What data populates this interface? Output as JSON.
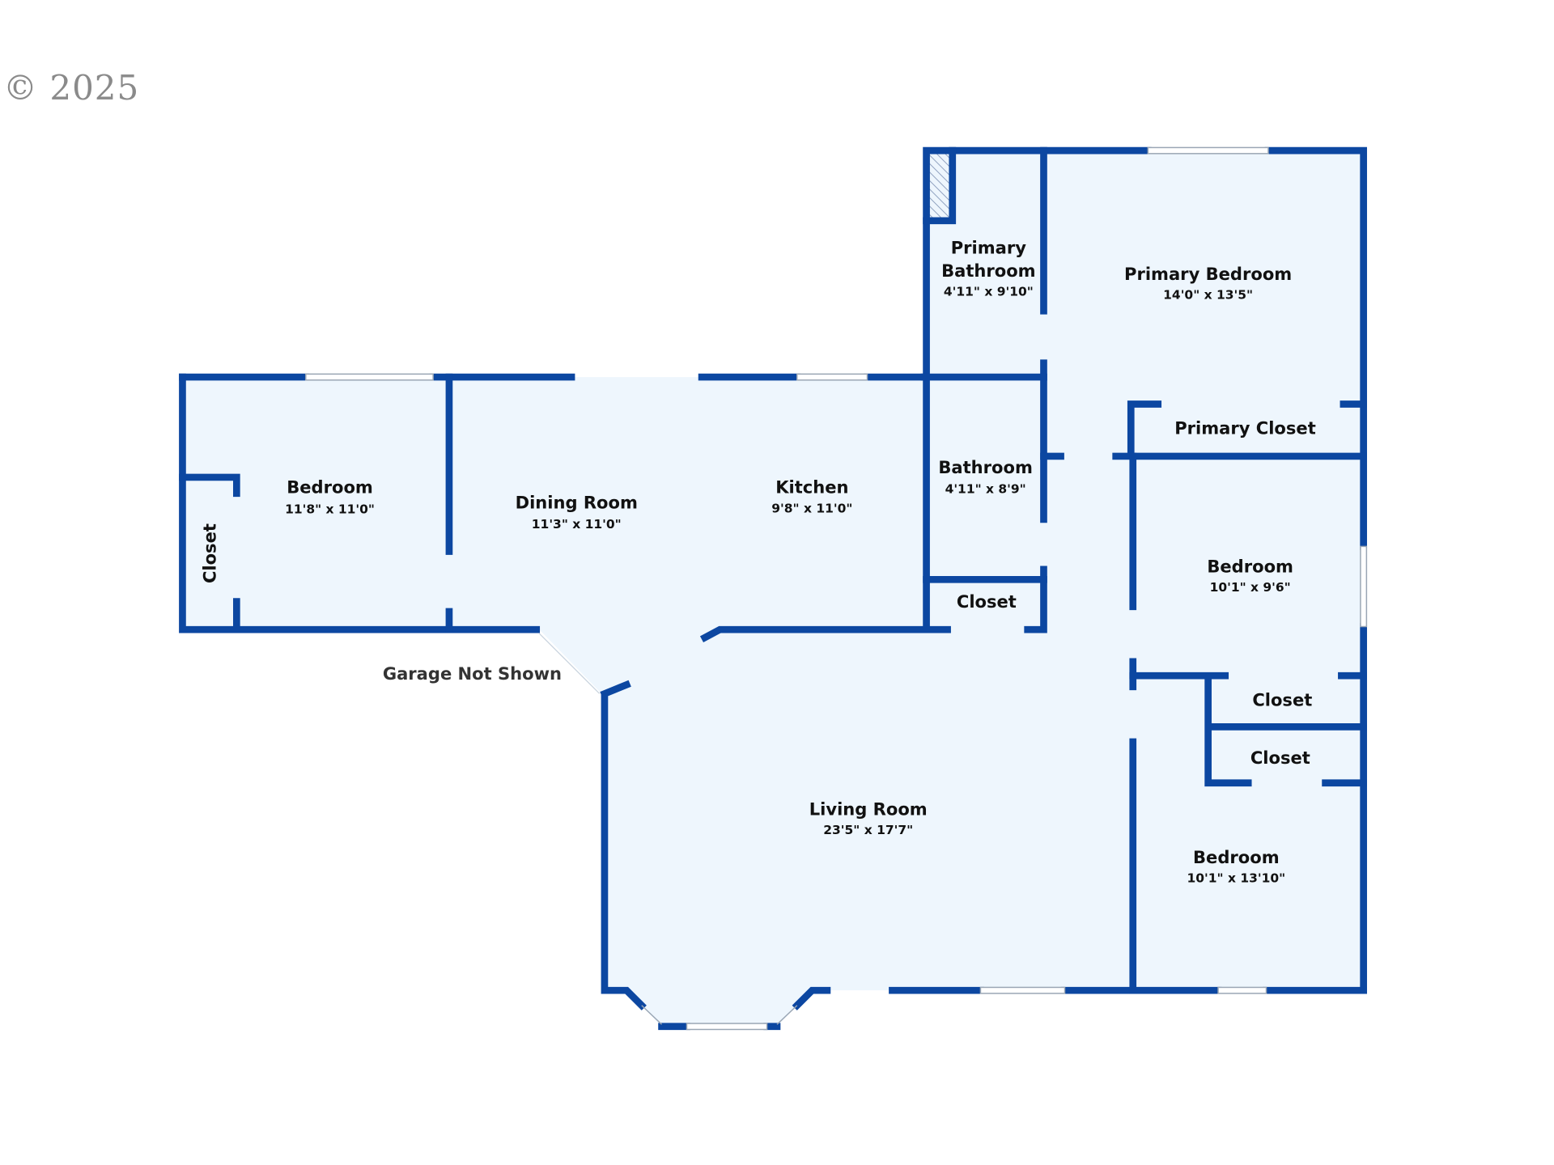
{
  "copyright": "© 2025",
  "colors": {
    "wall": "#0c47a1",
    "floor": "#eef6fd"
  },
  "note": "Garage Not Shown",
  "rooms": {
    "bedroom_left": {
      "name": "Bedroom",
      "dims": "11'8\" x 11'0\""
    },
    "closet_left": {
      "name": "Closet"
    },
    "dining": {
      "name": "Dining Room",
      "dims": "11'3\" x 11'0\""
    },
    "kitchen": {
      "name": "Kitchen",
      "dims": "9'8\" x 11'0\""
    },
    "primary_bath": {
      "name_line1": "Primary",
      "name_line2": "Bathroom",
      "dims": "4'11\" x 9'10\""
    },
    "primary_bed": {
      "name": "Primary Bedroom",
      "dims": "14'0\" x 13'5\""
    },
    "primary_closet": {
      "name": "Primary Closet"
    },
    "bathroom": {
      "name": "Bathroom",
      "dims": "4'11\" x 8'9\""
    },
    "closet_hall": {
      "name": "Closet"
    },
    "bedroom_2": {
      "name": "Bedroom",
      "dims": "10'1\" x 9'6\""
    },
    "closet_2": {
      "name": "Closet"
    },
    "closet_3": {
      "name": "Closet"
    },
    "bedroom_3": {
      "name": "Bedroom",
      "dims": "10'1\" x 13'10\""
    },
    "living": {
      "name": "Living Room",
      "dims": "23'5\" x 17'7\""
    }
  }
}
